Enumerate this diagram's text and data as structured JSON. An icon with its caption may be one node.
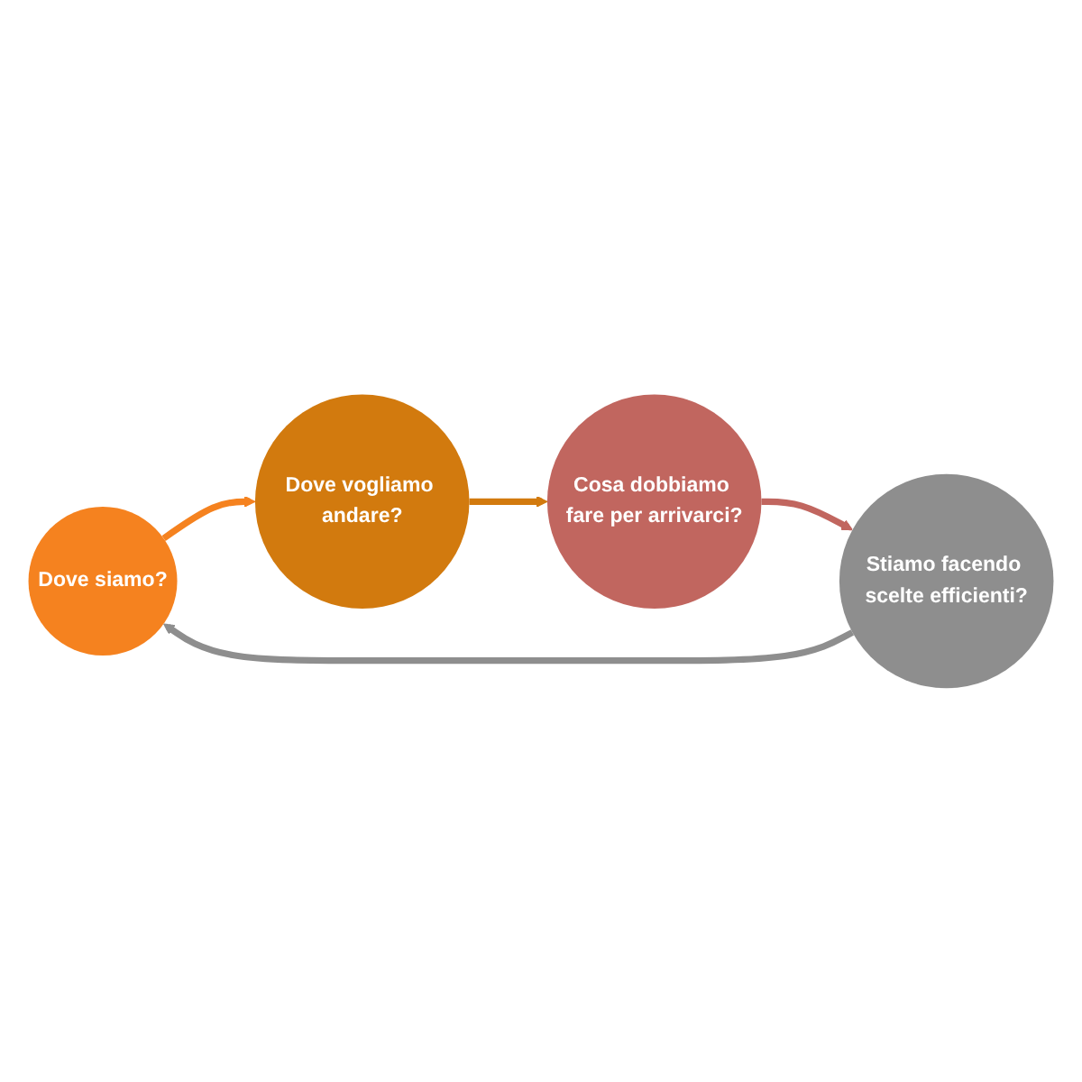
{
  "diagram": {
    "nodes": [
      {
        "text": [
          "Dove siamo?"
        ]
      },
      {
        "text": [
          "Dove vogliamo andare?"
        ]
      },
      {
        "text": [
          "Cosa dobbiamo fare per arrivarci?"
        ]
      },
      {
        "text": [
          "Stiamo facendo scelte efficienti?"
        ]
      }
    ],
    "edges": [
      {
        "from": 0,
        "to": 1,
        "arrow": "to",
        "color": "#f5821f"
      },
      {
        "from": 1,
        "to": 2,
        "arrow": "to",
        "color": "#d27a0e"
      },
      {
        "from": 2,
        "to": 3,
        "arrow": "to",
        "color": "#c1665f"
      },
      {
        "from": 3,
        "to": 0,
        "arrow": "to",
        "color": "#8e8e8e"
      }
    ]
  }
}
